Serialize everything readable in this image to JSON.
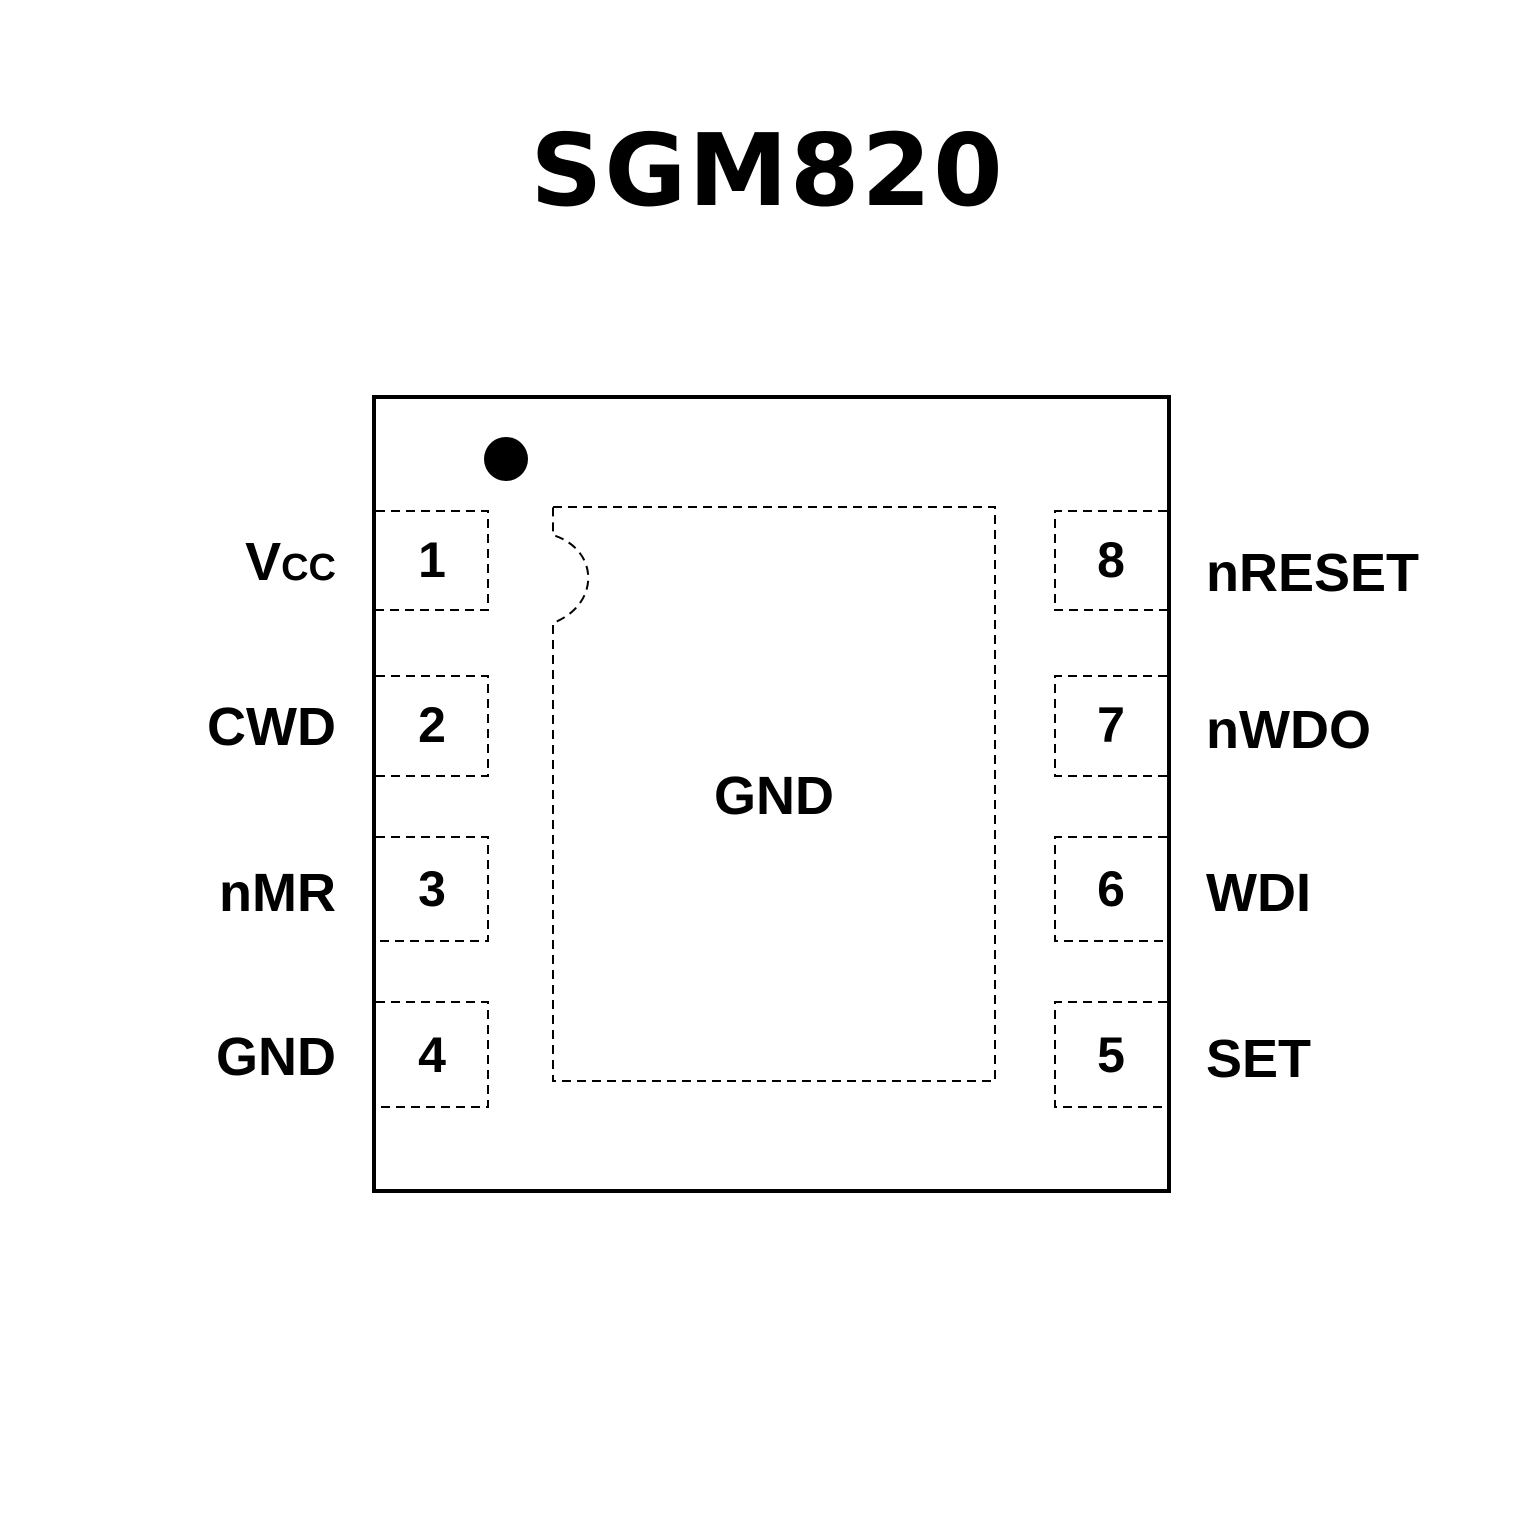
{
  "title": "SGM820",
  "package": {
    "pin1_marker_icon": "filled-dot",
    "exposed_pad_label": "GND",
    "colors": {
      "line": "#000000",
      "background": "#ffffff"
    }
  },
  "pins": {
    "left": [
      {
        "number": "1",
        "name": "V",
        "name_sub": "CC"
      },
      {
        "number": "2",
        "name": "CWD",
        "name_sub": ""
      },
      {
        "number": "3",
        "name": "nMR",
        "name_sub": ""
      },
      {
        "number": "4",
        "name": "GND",
        "name_sub": ""
      }
    ],
    "right": [
      {
        "number": "8",
        "name": "nRESET"
      },
      {
        "number": "7",
        "name": "nWDO"
      },
      {
        "number": "6",
        "name": "WDI"
      },
      {
        "number": "5",
        "name": "SET"
      }
    ]
  }
}
